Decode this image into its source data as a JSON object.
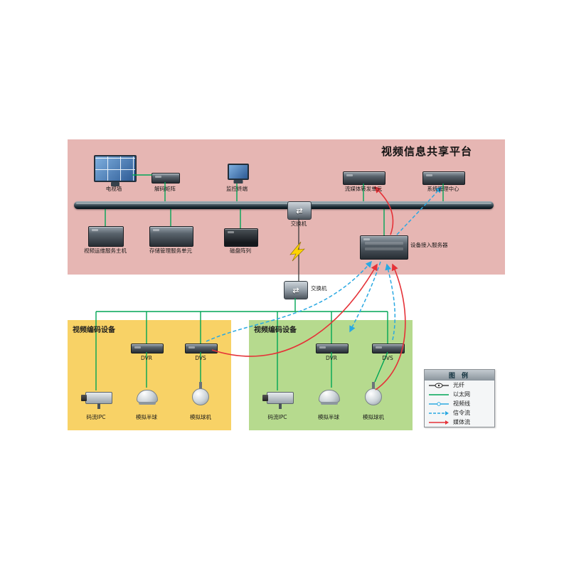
{
  "title": "视频信息共享平台",
  "regions": {
    "left_box_title": "视频编码设备",
    "right_box_title": "视频编码设备"
  },
  "nodes": {
    "tv_wall": "电视墙",
    "decoder": "解码矩阵",
    "terminal": "监控终端",
    "switch_top": "交换机",
    "stream": "流媒体转发单元",
    "sysmgmt": "系统管理中心",
    "ops": "视频运维服务主机",
    "storage": "存储管理服务单元",
    "disk": "磁盘阵列",
    "server": "设备接入服务器",
    "switch_bottom": "交换机",
    "dvr": "DVR",
    "dvs": "DVS",
    "ipc": "码流IPC",
    "dome": "模拟半球",
    "ptz": "模拟球机"
  },
  "legend": {
    "title": "图 例",
    "items": [
      {
        "label": "光纤",
        "type": "fiber"
      },
      {
        "label": "以太网",
        "type": "ethernet"
      },
      {
        "label": "视频线",
        "type": "video"
      },
      {
        "label": "信令流",
        "type": "signal"
      },
      {
        "label": "媒体流",
        "type": "media"
      }
    ]
  },
  "colors": {
    "platform_bg": "#e6b6b3",
    "encoder_left_bg": "#f8d266",
    "encoder_right_bg": "#b6da8e",
    "ethernet_line": "#00a556",
    "signal_line": "#29a8e2",
    "media_line": "#e53238"
  }
}
